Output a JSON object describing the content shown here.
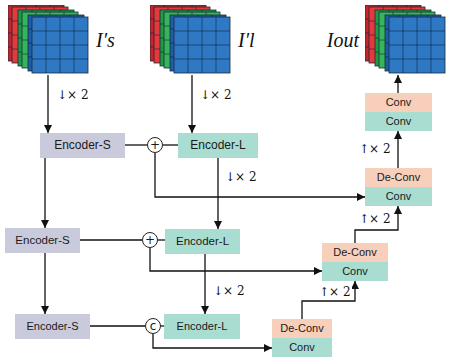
{
  "diagram": {
    "nodes": [
      {
        "text": [
          "I′s"
        ]
      },
      {
        "text": [
          "I′l"
        ]
      },
      {
        "text": [
          "Iout"
        ]
      },
      {
        "text": [
          "Encoder-S"
        ]
      },
      {
        "text": [
          "+"
        ]
      },
      {
        "text": [
          "Encoder-L"
        ]
      },
      {
        "text": [
          "Encoder-S"
        ]
      },
      {
        "text": [
          "+"
        ]
      },
      {
        "text": [
          "Encoder-L"
        ]
      },
      {
        "text": [
          "Encoder-S"
        ]
      },
      {
        "text": [
          "c"
        ]
      },
      {
        "text": [
          "Encoder-L"
        ]
      },
      {
        "text": [
          "Conv"
        ]
      },
      {
        "text": [
          "Conv"
        ]
      },
      {
        "text": [
          "De-Conv"
        ]
      },
      {
        "text": [
          "Conv"
        ]
      },
      {
        "text": [
          "De-Conv"
        ]
      },
      {
        "text": [
          "Conv"
        ]
      },
      {
        "text": [
          "De-Conv"
        ]
      },
      {
        "text": [
          "Conv"
        ]
      }
    ],
    "edges": [
      {
        "from": 0,
        "to": 3,
        "arrow": "to",
        "label": "↓× 2"
      },
      {
        "from": 1,
        "to": 5,
        "arrow": "to",
        "label": "↓× 2"
      },
      {
        "from": 3,
        "to": 4,
        "arrow": "none"
      },
      {
        "from": 5,
        "to": 4,
        "arrow": "none"
      },
      {
        "from": 3,
        "to": 6,
        "arrow": "to"
      },
      {
        "from": 5,
        "to": 8,
        "arrow": "to",
        "label": "↓× 2"
      },
      {
        "from": 6,
        "to": 7,
        "arrow": "none"
      },
      {
        "from": 8,
        "to": 7,
        "arrow": "none"
      },
      {
        "from": 6,
        "to": 9,
        "arrow": "to"
      },
      {
        "from": 8,
        "to": 11,
        "arrow": "to",
        "label": "↓× 2"
      },
      {
        "from": 9,
        "to": 10,
        "arrow": "none"
      },
      {
        "from": 11,
        "to": 10,
        "arrow": "none"
      },
      {
        "from": 4,
        "to": 15,
        "arrow": "to"
      },
      {
        "from": 7,
        "to": 17,
        "arrow": "to"
      },
      {
        "from": 10,
        "to": 19,
        "arrow": "to"
      },
      {
        "from": 18,
        "to": 17,
        "arrow": "to",
        "label": "↑× 2"
      },
      {
        "from": 16,
        "to": 15,
        "arrow": "to",
        "label": "↑× 2"
      },
      {
        "from": 14,
        "to": 13,
        "arrow": "to",
        "label": "↑× 2"
      },
      {
        "from": 12,
        "to": 2,
        "arrow": "to"
      }
    ]
  }
}
